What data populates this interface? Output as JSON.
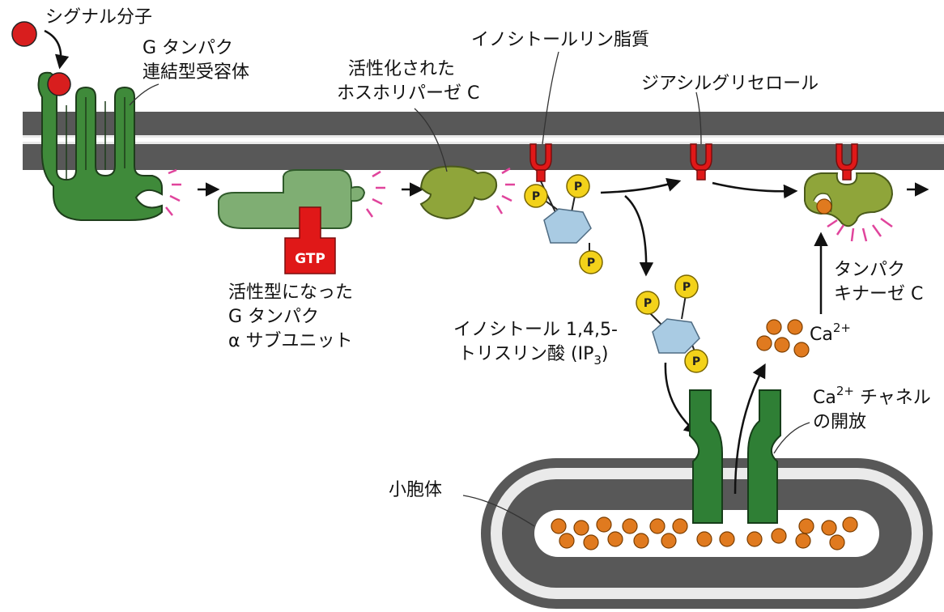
{
  "labels": {
    "signal_molecule": "シグナル分子",
    "receptor_line1": "G タンパク",
    "receptor_line2": "連結型受容体",
    "plc_line1": "活性化された",
    "plc_line2": "ホスホリパーゼ C",
    "inositol_lipid": "イノシトールリン脂質",
    "dag": "ジアシルグリセロール",
    "gtp": "GTP",
    "galpha_line1": "活性型になった",
    "galpha_line2": "G タンパク",
    "galpha_line3": "α サブユニット",
    "ip3_line1": "イノシトール 1,4,5-",
    "ip3_line2_main": "トリスリン酸 (IP",
    "ip3_line2_sub": "3",
    "ip3_line2_end": ")",
    "pkc_line1": "タンパク",
    "pkc_line2": "キナーゼ C",
    "ca_ion_main": "Ca",
    "ca_ion_sup": "2+",
    "channel_line1_main": "Ca",
    "channel_line1_sup": "2+",
    "channel_line1_end": " チャネル",
    "channel_line2": "の開放",
    "er": "小胞体",
    "phosphate": "P"
  },
  "colors": {
    "membrane": "#585858",
    "membrane_light": "#eaeaea",
    "receptor_green": "#3f8a3a",
    "galpha_green": "#7fae73",
    "plc_olive": "#8fa53a",
    "pkc_olive": "#8fa53a",
    "channel_green": "#2f7f35",
    "signal_red": "#d81e1e",
    "lipid_red": "#e01818",
    "gtp_red": "#e01818",
    "phosphate_yellow": "#f3d21a",
    "inositol_blue": "#a9cbe3",
    "calcium_orange": "#e07a1f",
    "activation_pink": "#e0449c"
  }
}
